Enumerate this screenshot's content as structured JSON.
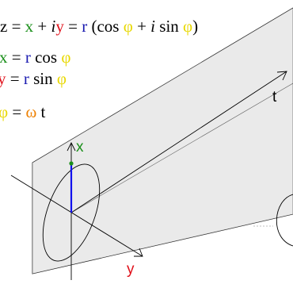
{
  "colors": {
    "x": "#1a8f1a",
    "y": "#e0101a",
    "r": "#1a1ab0",
    "phi": "#e8d800",
    "omega": "#ee8000",
    "i": "#000000",
    "black": "#000000",
    "plane": "#eeeeee",
    "x_component": "#1010ee"
  },
  "equations": {
    "line1": {
      "z": "z",
      "eq1": " = ",
      "x": "x",
      "plus1": " + ",
      "i": "i",
      "y": "y",
      "eq2": " = ",
      "r": "r",
      "open": " (cos ",
      "phi1": "φ",
      "plus2": " + ",
      "i2": "i",
      "sin": " sin ",
      "phi2": "φ",
      "close": ")"
    },
    "line2": {
      "x": "x",
      "eq": " = ",
      "r": "r",
      "cos": " cos ",
      "phi": "φ"
    },
    "line3": {
      "y": "y",
      "eq": " = ",
      "r": "r",
      "sin": " sin ",
      "phi": "φ"
    },
    "line4": {
      "phi": "φ",
      "eq": " = ",
      "omega": "ω",
      "t": " t"
    }
  },
  "axes": {
    "x_label": "x",
    "y_label": "y",
    "t_label": "t"
  }
}
